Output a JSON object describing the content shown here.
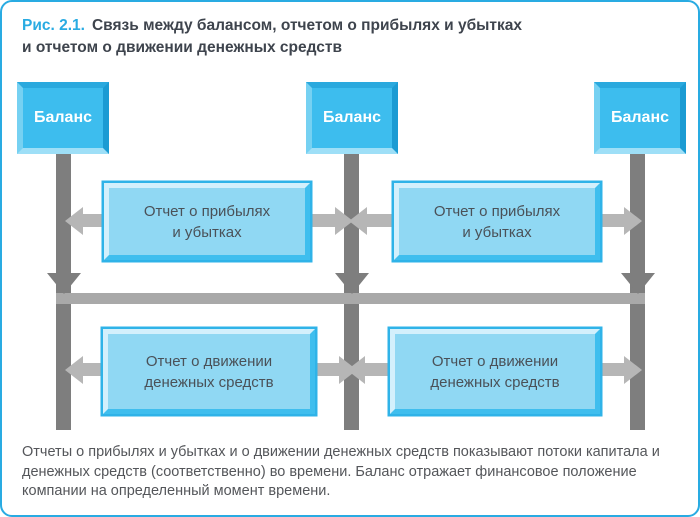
{
  "figure": {
    "label": "Рис. 2.1.",
    "title_line1": "Связь между балансом, отчетом о прибылях и убытках",
    "title_line2": "и отчетом о движении денежных средств",
    "caption": "Отчеты о прибылях и убытках и о движении денежных средств показывают потоки капитала и денежных средств (соответственно) во времени. Баланс отражает финансовое положение компании на определенный момент времени."
  },
  "diagram": {
    "balance_boxes": [
      {
        "label": "Баланс"
      },
      {
        "label": "Баланс"
      },
      {
        "label": "Баланс"
      }
    ],
    "income_boxes": [
      {
        "line1": "Отчет о прибылях",
        "line2": "и убытках"
      },
      {
        "line1": "Отчет о прибылях",
        "line2": "и убытках"
      }
    ],
    "cashflow_boxes": [
      {
        "line1": "Отчет о движении",
        "line2": "денежных средств"
      },
      {
        "line1": "Отчет о движении",
        "line2": "денежных средств"
      }
    ]
  },
  "colors": {
    "accent_blue": "#29abe2",
    "balance_fill": "#3dbdee",
    "report_fill": "#90d8f3",
    "bar_dark": "#7e7e7e",
    "bar_light": "#a9a9a9",
    "arrow_gray": "#b6b6b6",
    "title_text": "#3e444d",
    "caption_text": "#54565a",
    "box_text": "#4a5158",
    "balance_text": "#ffffff"
  }
}
